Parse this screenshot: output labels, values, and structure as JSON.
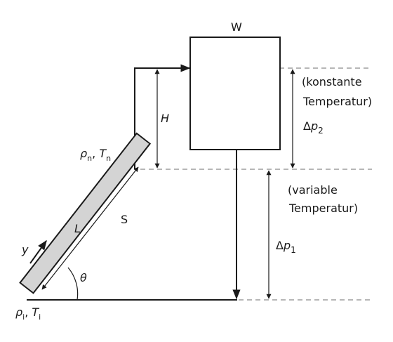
{
  "labels": {
    "tank": "W",
    "pipe": "S",
    "height": "H",
    "length": "L",
    "axis": "y",
    "angle": "θ",
    "top_rho": "ρ",
    "top_rho_sub": "n",
    "top_T": "T",
    "top_T_sub": "n",
    "bottom_rho": "ρ",
    "bottom_rho_sub": "i",
    "bottom_T": "T",
    "bottom_T_sub": "i",
    "constant_line1": "(konstante",
    "constant_line2": "Temperatur)",
    "dp2_delta": "Δ",
    "dp2_p": "p",
    "dp2_sub": "2",
    "variable_line1": "(variable",
    "variable_line2": "Temperatur)",
    "dp1_delta": "Δ",
    "dp1_p": "p",
    "dp1_sub": "1"
  },
  "colors": {
    "stroke": "#1a1a1a",
    "pipe_fill": "#d4d4d4",
    "dashed": "#8a8a8a"
  }
}
